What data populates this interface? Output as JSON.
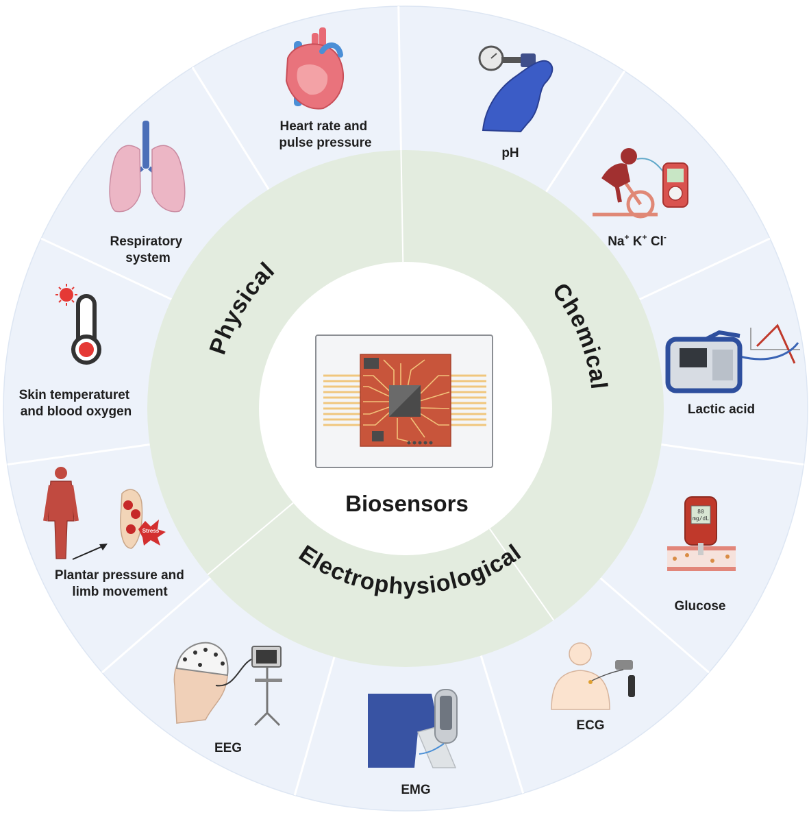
{
  "center": {
    "title": "Biosensors"
  },
  "categories": {
    "physical": "Physical",
    "chemical": "Chemical",
    "electro": "Electrophysiological"
  },
  "sensors": {
    "heart": [
      "Heart rate and",
      "pulse pressure"
    ],
    "ph": [
      "pH"
    ],
    "ions": {
      "na": "Na",
      "k": "K",
      "cl": "Cl",
      "plus": "+",
      "minus": "-"
    },
    "lactic": [
      "Lactic acid"
    ],
    "glucose": [
      "Glucose"
    ],
    "ecg": [
      "ECG"
    ],
    "emg": [
      "EMG"
    ],
    "eeg": [
      "EEG"
    ],
    "plantar": [
      "Plantar pressure and",
      "limb movement"
    ],
    "skin": [
      "Skin temperaturet",
      "and blood oxygen"
    ],
    "respiratory": [
      "Respiratory",
      "system"
    ]
  },
  "glucometer": {
    "value": "80",
    "unit": "mg/dL"
  },
  "stress_tag": "Stress",
  "colors": {
    "outer": "#edf2fa",
    "middle": "#e3ecdf",
    "inner": "#ffffff",
    "chip": "#c8553b",
    "trace": "#f0c170"
  }
}
